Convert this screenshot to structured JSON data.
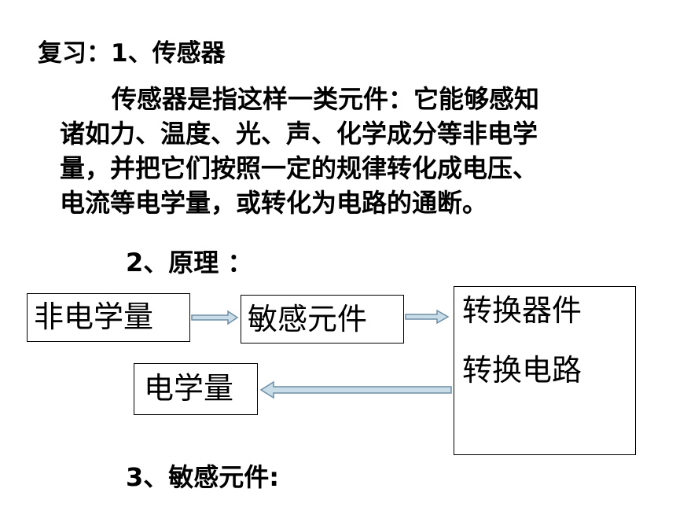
{
  "review_heading": "复习：1、传感器",
  "definition_lines": [
    "传感器是指这样一类元件：它能够感知",
    "诸如力、温度、光、声、化学成分等非电学",
    "量，并把它们按照一定的规律转化成电压、",
    "电流等电学量，或转化为电路的通断。"
  ],
  "principle_heading": "2、原理 ：",
  "diagram": {
    "non_electrical": "非电学量",
    "sensitive_element": "敏感元件",
    "conversion_device": "转换器件",
    "conversion_circuit": "转换电路",
    "electrical": "电学量"
  },
  "sensitive_heading": "3、敏感元件:",
  "colors": {
    "arrow_fill": "#c8dde8",
    "arrow_stroke": "#6f8fa6"
  }
}
